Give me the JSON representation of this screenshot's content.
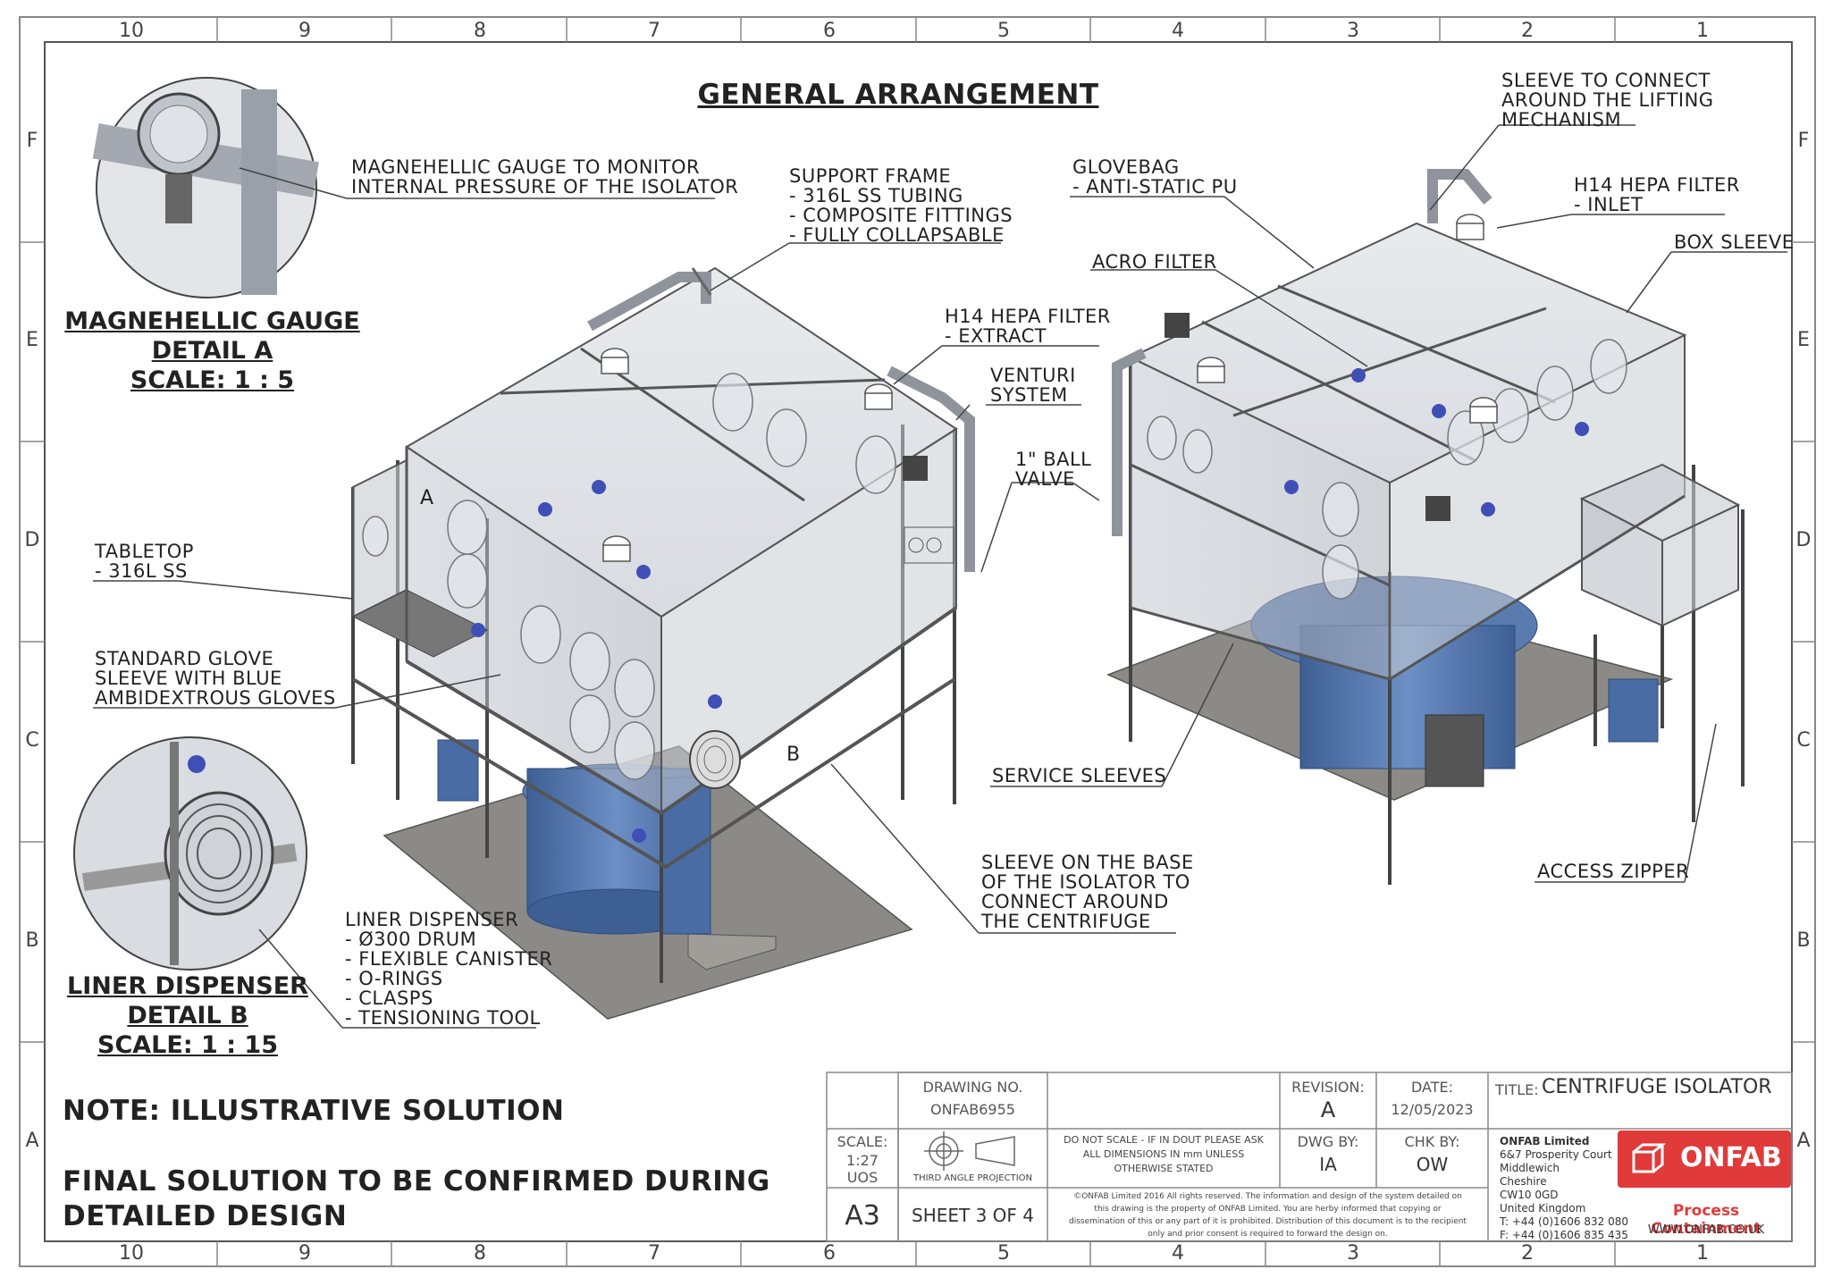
{
  "title": "GENERAL ARRANGEMENT",
  "grid": {
    "numbers": [
      "10",
      "9",
      "8",
      "7",
      "6",
      "5",
      "4",
      "3",
      "2",
      "1"
    ],
    "letters": [
      "F",
      "E",
      "D",
      "C",
      "B",
      "A"
    ]
  },
  "details": {
    "a": {
      "name": "MAGNEHELLIC GAUGE",
      "detail": "DETAIL A",
      "scale": "SCALE: 1 : 5"
    },
    "b": {
      "name": "LINER DISPENSER",
      "detail": "DETAIL B",
      "scale": "SCALE: 1 : 15"
    }
  },
  "markers": {
    "a": "A",
    "b": "B"
  },
  "callouts": {
    "gauge": [
      "MAGNEHELLIC GAUGE TO MONITOR",
      "INTERNAL PRESSURE OF THE ISOLATOR"
    ],
    "support": [
      "SUPPORT FRAME",
      "- 316L SS TUBING",
      "- COMPOSITE FITTINGS",
      "- FULLY COLLAPSABLE"
    ],
    "glovebag": [
      "GLOVEBAG",
      "- ANTI-STATIC PU"
    ],
    "sleeve_lift": [
      "SLEEVE TO CONNECT",
      "AROUND THE LIFTING",
      "MECHANISM"
    ],
    "hepa_inlet": [
      "H14 HEPA FILTER",
      "- INLET"
    ],
    "box_sleeve": [
      "BOX SLEEVE"
    ],
    "acro": [
      "ACRO FILTER"
    ],
    "hepa_extract": [
      "H14 HEPA FILTER",
      "- EXTRACT"
    ],
    "venturi": [
      "VENTURI",
      "SYSTEM"
    ],
    "ball_valve": [
      "1\" BALL",
      "VALVE"
    ],
    "tabletop": [
      "TABLETOP",
      "- 316L SS"
    ],
    "glove_sleeve": [
      "STANDARD GLOVE",
      "SLEEVE WITH BLUE",
      "AMBIDEXTROUS GLOVES"
    ],
    "service": [
      "SERVICE SLEEVES"
    ],
    "base_sleeve": [
      "SLEEVE ON THE BASE",
      "OF THE ISOLATOR TO",
      "CONNECT AROUND",
      "THE CENTRIFUGE"
    ],
    "access": [
      "ACCESS ZIPPER"
    ],
    "liner": [
      "LINER DISPENSER",
      "- Ø300 DRUM",
      "- FLEXIBLE CANISTER",
      "- O-RINGS",
      "- CLASPS",
      "- TENSIONING TOOL"
    ]
  },
  "notes": [
    "NOTE: ILLUSTRATIVE SOLUTION",
    "FINAL SOLUTION TO BE CONFIRMED DURING",
    "DETAILED DESIGN"
  ],
  "title_block": {
    "drawing_no_label": "DRAWING NO.",
    "drawing_no": "ONFAB6955",
    "revision_label": "REVISION:",
    "revision": "A",
    "date_label": "DATE:",
    "date": "12/05/2023",
    "title_label": "TITLE:",
    "title": "CENTRIFUGE ISOLATOR",
    "scale_label": "SCALE:",
    "scale": "1:27",
    "units": "UOS",
    "projection": "THIRD ANGLE PROJECTION",
    "scale_note": [
      "DO NOT SCALE - IF IN DOUT PLEASE ASK",
      "ALL DIMENSIONS IN mm UNLESS",
      "OTHERWISE STATED"
    ],
    "dwg_by_label": "DWG BY:",
    "dwg_by": "IA",
    "chk_by_label": "CHK BY:",
    "chk_by": "OW",
    "size": "A3",
    "sheet": "SHEET 3 OF 4",
    "copyright": [
      "©ONFAB Limited 2016 All rights reserved. The information and design of the system detailed on",
      "this drawing is the property of ONFAB Limited. You are herby informed that copying or",
      "dissemination of this or any part of it is prohibited. Distribution of this document is to the recipient",
      "only and prior consent is required to forward the design on."
    ],
    "company": [
      "ONFAB Limited",
      "6&7 Prosperity Court",
      "Middlewich",
      "Cheshire",
      "CW10 0GD",
      "United Kingdom",
      "T: +44 (0)1606 832 080",
      "F: +44 (0)1606 835 435"
    ],
    "logo": "ONFAB",
    "logo_sub": "Process Containment",
    "website": "WWW.ONFAB.CO.UK"
  }
}
